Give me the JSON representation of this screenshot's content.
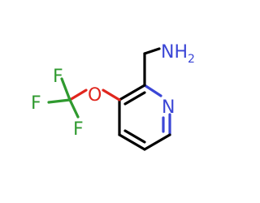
{
  "molecule": {
    "atoms": {
      "amine": {
        "label": "NH",
        "subscript": "2",
        "color": "#3b46d6"
      },
      "ring_nitrogen": {
        "label": "N",
        "color": "#3b46d6"
      },
      "oxygen": {
        "label": "O",
        "color": "#e0261e"
      },
      "fluorine_top": {
        "label": "F",
        "color": "#2f9a2f"
      },
      "fluorine_left": {
        "label": "F",
        "color": "#2f9a2f"
      },
      "fluorine_bottom": {
        "label": "F",
        "color": "#2f9a2f"
      }
    },
    "bond_color": "#000000"
  }
}
